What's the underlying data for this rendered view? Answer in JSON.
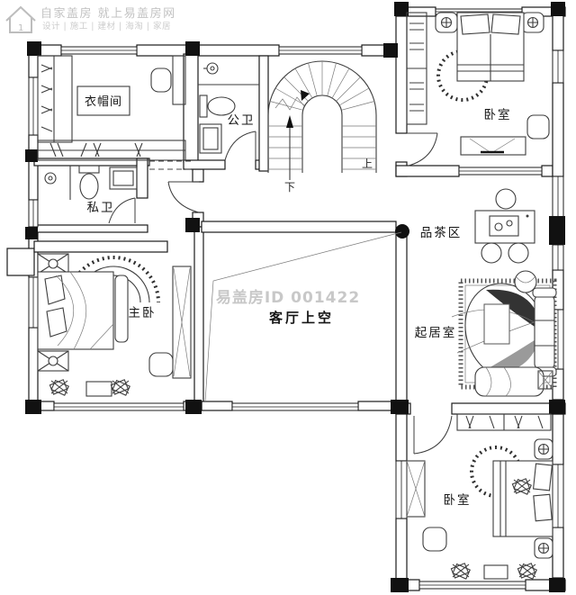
{
  "logo": {
    "brand": "自家盖房 就上易盖房网",
    "services": "设计 | 施工 | 建材 | 海淘 | 家居",
    "house_number": "1"
  },
  "watermark": {
    "id": "易盖房ID 001422"
  },
  "rooms": {
    "cloakroom": {
      "label": "衣帽间"
    },
    "public_bath": {
      "label": "公卫"
    },
    "private_bath": {
      "label": "私卫"
    },
    "master_bedroom": {
      "label": "主卧"
    },
    "living_void": {
      "label": "客厅上空"
    },
    "tea_area": {
      "label": "品茶区"
    },
    "sitting_room": {
      "label": "起居室"
    },
    "bedroom_top_right": {
      "label": "卧室"
    },
    "bedroom_bottom_right": {
      "label": "卧室"
    }
  },
  "stairs": {
    "down": "下",
    "up": "上"
  },
  "colors": {
    "wall": "#1c1c1c",
    "furniture_line": "#3d3d3d",
    "watermark_gray": "#c8c8c8",
    "label_color": "#151515"
  }
}
